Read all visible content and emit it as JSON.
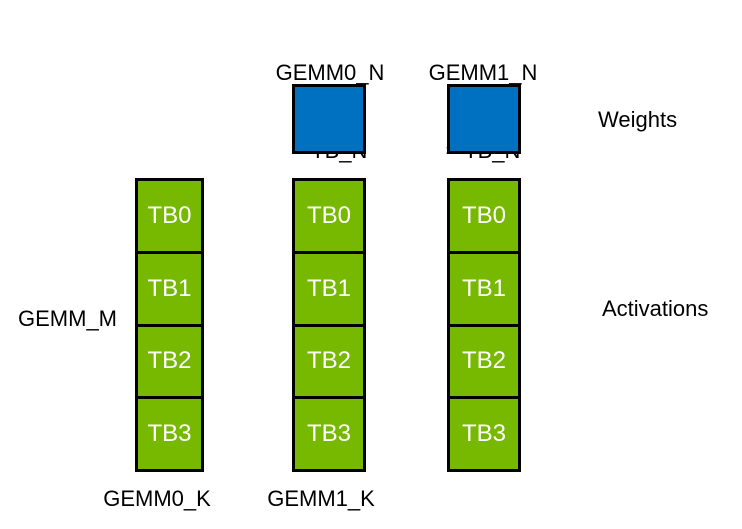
{
  "colors": {
    "green": "#76B900",
    "blue": "#0070C0",
    "border": "#000000",
    "cell_text": "#FFFFFF",
    "label_text": "#000000",
    "background": "#FFFFFF"
  },
  "weights": {
    "side_label": "Weights",
    "blocks": [
      {
        "label_line1": "GEMM0_N",
        "label_line2": "= TB_N"
      },
      {
        "label_line1": "GEMM1_N",
        "label_line2": "= TB_N"
      }
    ]
  },
  "activations": {
    "side_label": "Activations",
    "m_label": "GEMM_M",
    "columns": [
      {
        "bottom_label": "GEMM0_K",
        "cells": [
          "TB0",
          "TB1",
          "TB2",
          "TB3"
        ]
      },
      {
        "bottom_label": "GEMM1_K",
        "cells": [
          "TB0",
          "TB1",
          "TB2",
          "TB3"
        ]
      },
      {
        "bottom_label": "",
        "cells": [
          "TB0",
          "TB1",
          "TB2",
          "TB3"
        ]
      }
    ]
  }
}
